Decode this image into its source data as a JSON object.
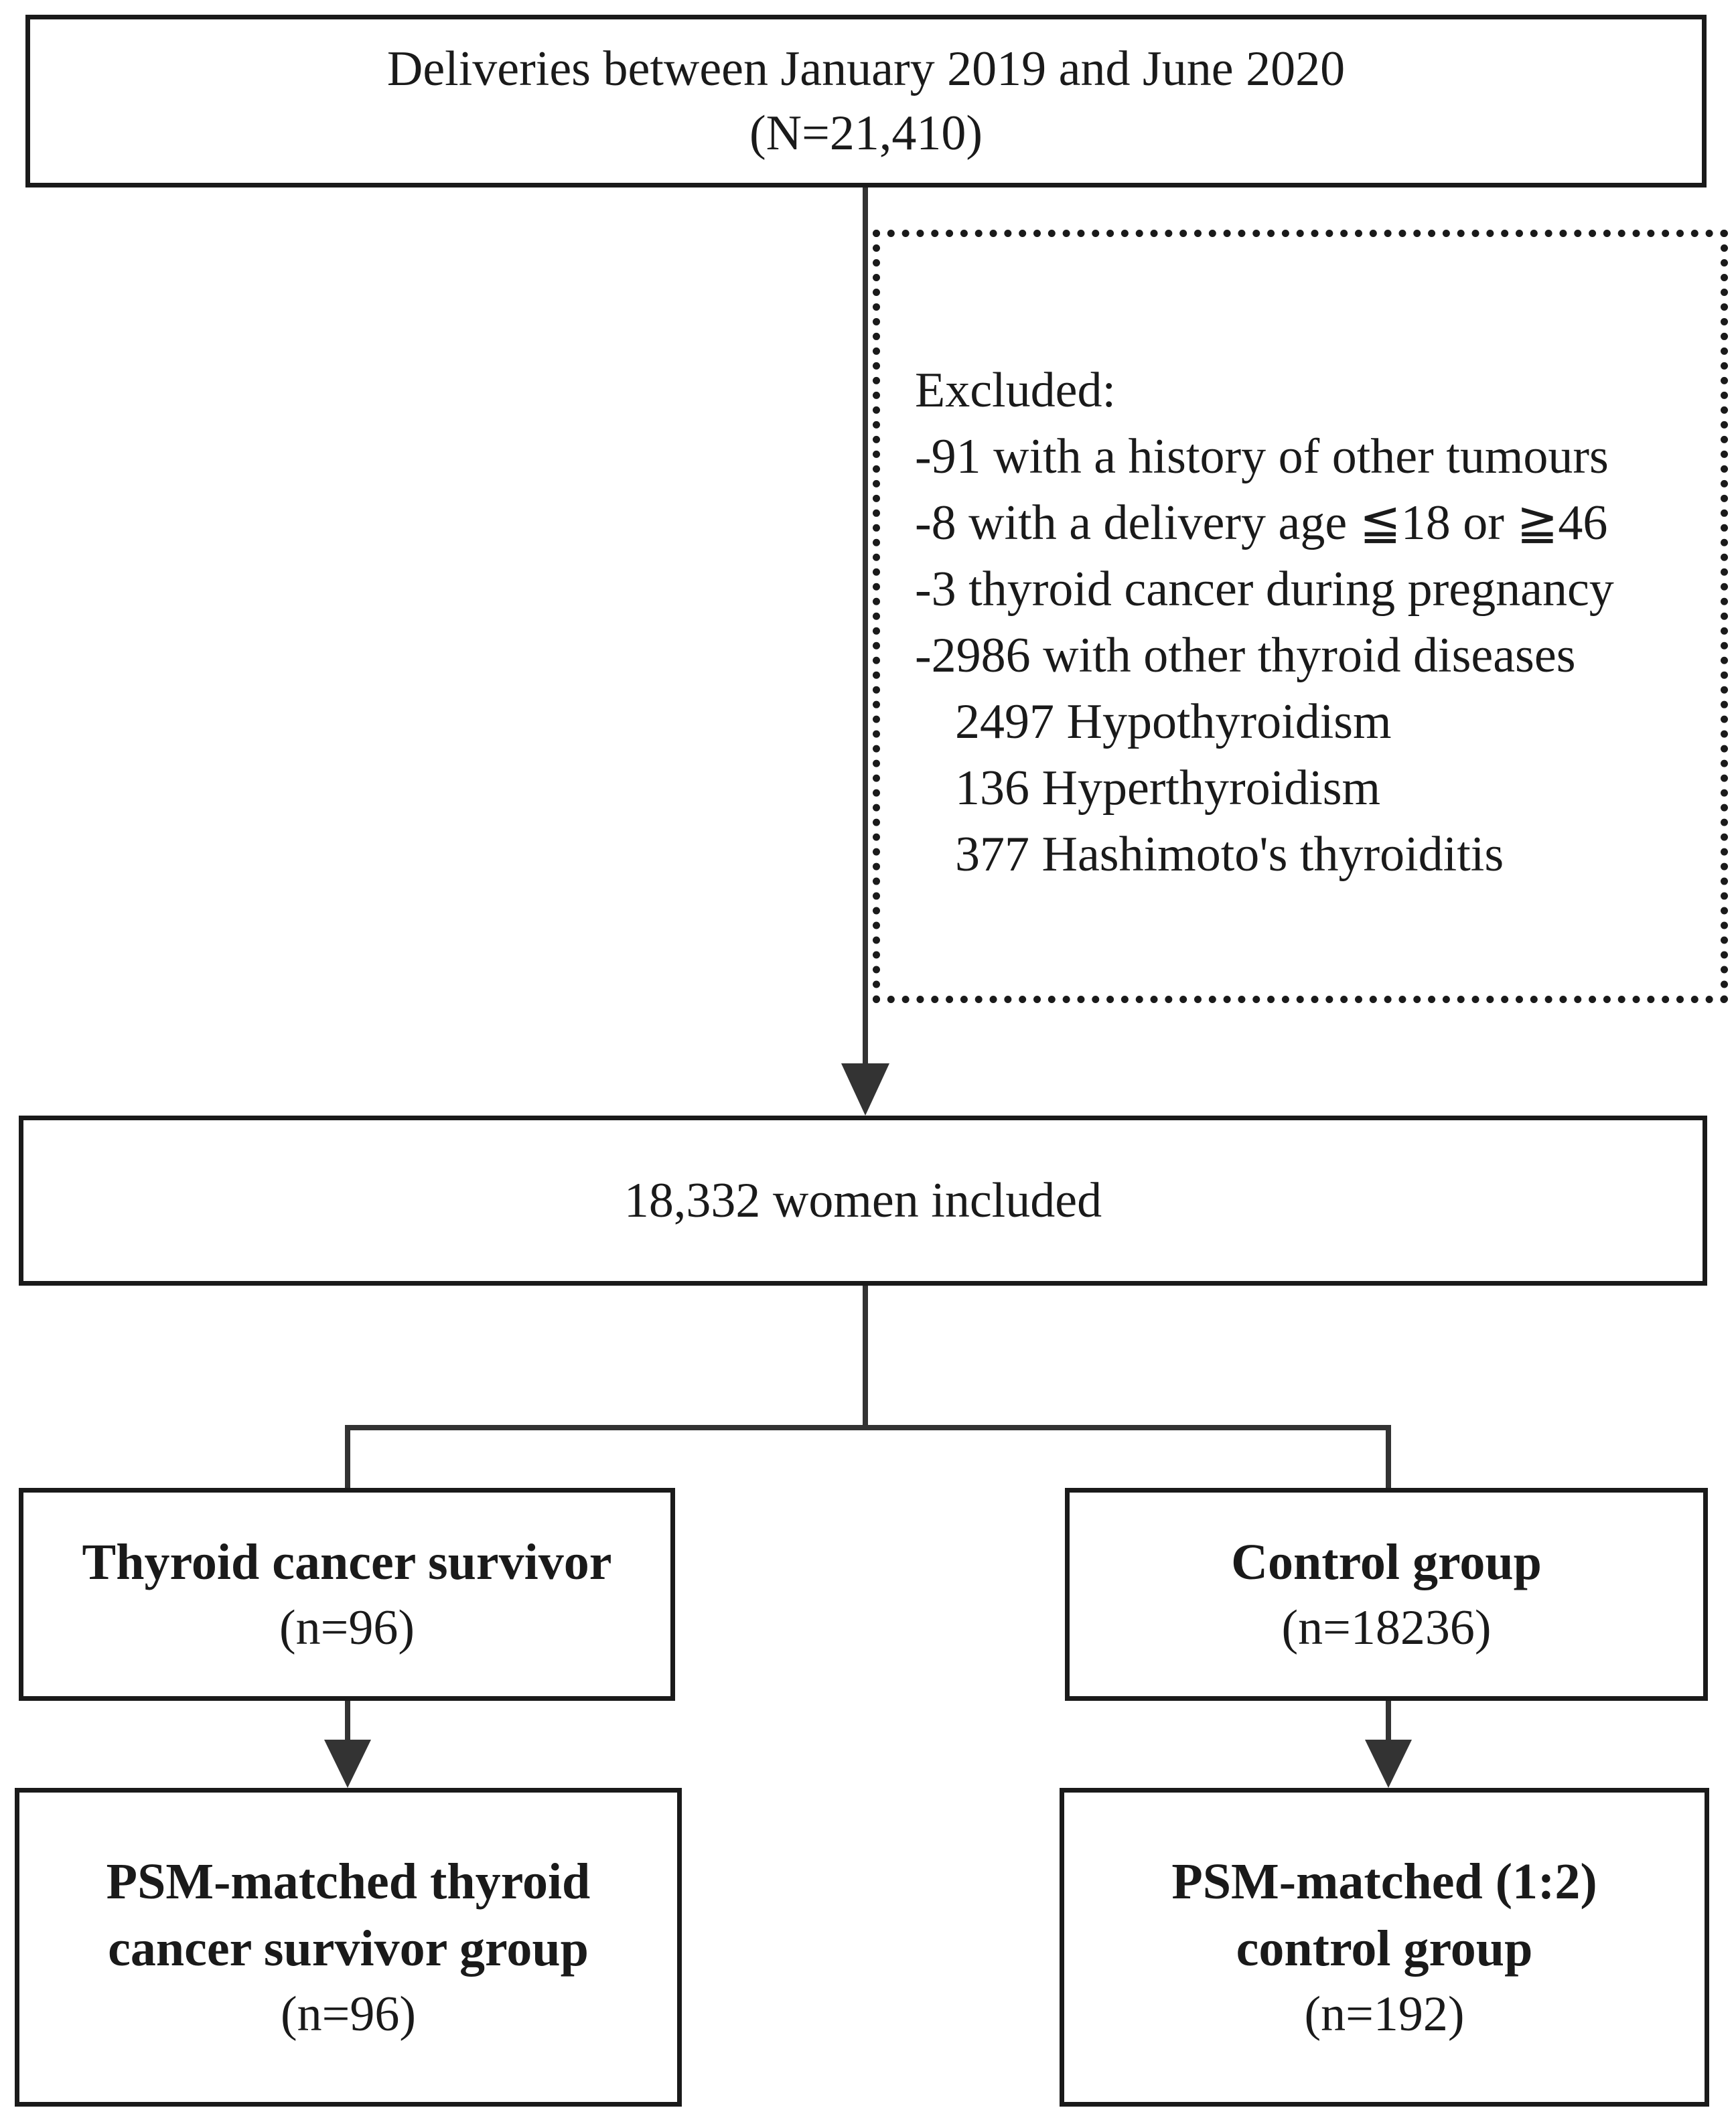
{
  "start": {
    "title": "Deliveries between January 2019 and June 2020",
    "count": "(N=21,410)"
  },
  "excluded": {
    "heading": "Excluded:",
    "items": [
      "-91 with a history of other tumours",
      "-8 with a delivery age ≦18 or ≧46",
      "-3 thyroid cancer during pregnancy",
      "-2986 with other thyroid diseases"
    ],
    "sub_items": [
      "2497 Hypothyroidism",
      "136 Hyperthyroidism",
      "377 Hashimoto's thyroiditis"
    ]
  },
  "included": {
    "label": "18,332 women included"
  },
  "survivor": {
    "title": "Thyroid cancer survivor",
    "count": "(n=96)"
  },
  "control": {
    "title": "Control group",
    "count": "(n=18236)"
  },
  "psm_survivor": {
    "title_line1": "PSM-matched thyroid",
    "title_line2": "cancer survivor group",
    "count": "(n=96)"
  },
  "psm_control": {
    "title_line1": "PSM-matched (1:2)",
    "title_line2": "control group",
    "count": "(n=192)"
  }
}
